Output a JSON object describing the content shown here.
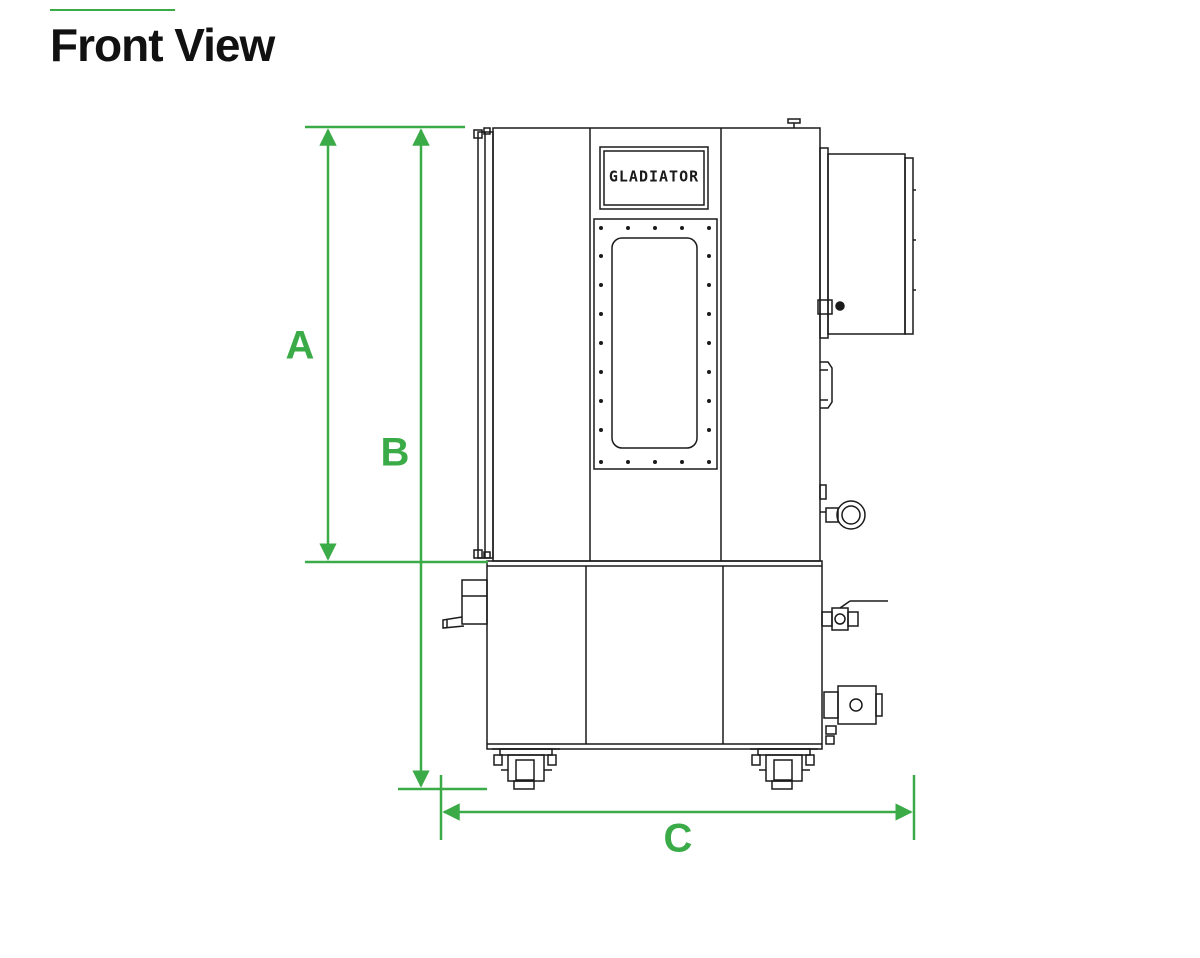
{
  "page": {
    "title": "Front View"
  },
  "machine": {
    "brand": "GLADIATOR"
  },
  "dimensions": [
    {
      "id": "A",
      "label": "A"
    },
    {
      "id": "B",
      "label": "B"
    },
    {
      "id": "C",
      "label": "C"
    }
  ],
  "colors": {
    "accent": "#3bab48",
    "line": "#1a1a1a",
    "title": "#111111"
  }
}
